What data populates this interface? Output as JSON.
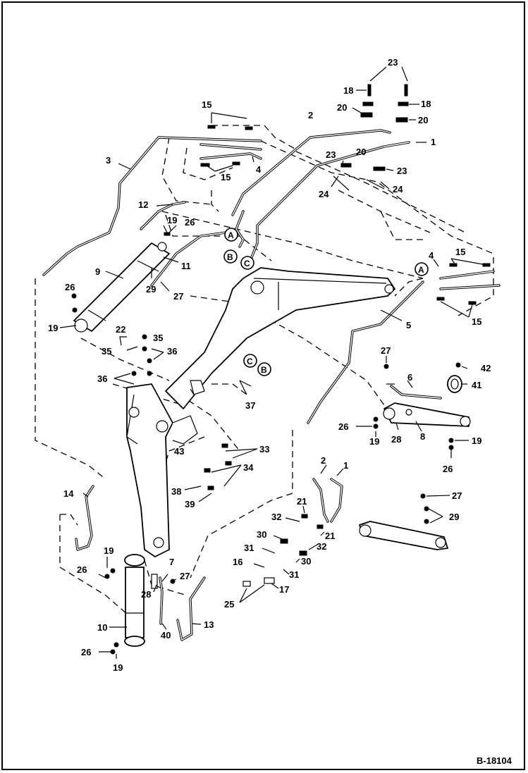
{
  "drawing": {
    "reference": "B-18104",
    "callouts": {
      "c1": "1",
      "c2": "2",
      "c3": "3",
      "c4": "4",
      "c5": "5",
      "c6": "6",
      "c7": "7",
      "c8": "8",
      "c9": "9",
      "c10": "10",
      "c11": "11",
      "c12": "12",
      "c13": "13",
      "c14": "14",
      "c15": "15",
      "c16": "16",
      "c17": "17",
      "c18": "18",
      "c19": "19",
      "c20": "20",
      "c21": "21",
      "c22": "22",
      "c23": "23",
      "c24": "24",
      "c25": "25",
      "c26": "26",
      "c27": "27",
      "c28": "28",
      "c29": "29",
      "c30": "30",
      "c31": "31",
      "c32": "32",
      "c33": "33",
      "c34": "34",
      "c35": "35",
      "c36": "36",
      "c37": "37",
      "c38": "38",
      "c39": "39",
      "c40": "40",
      "c41": "41",
      "c42": "42",
      "c43": "43"
    },
    "connectors": {
      "a": "A",
      "b": "B",
      "c": "C"
    }
  }
}
